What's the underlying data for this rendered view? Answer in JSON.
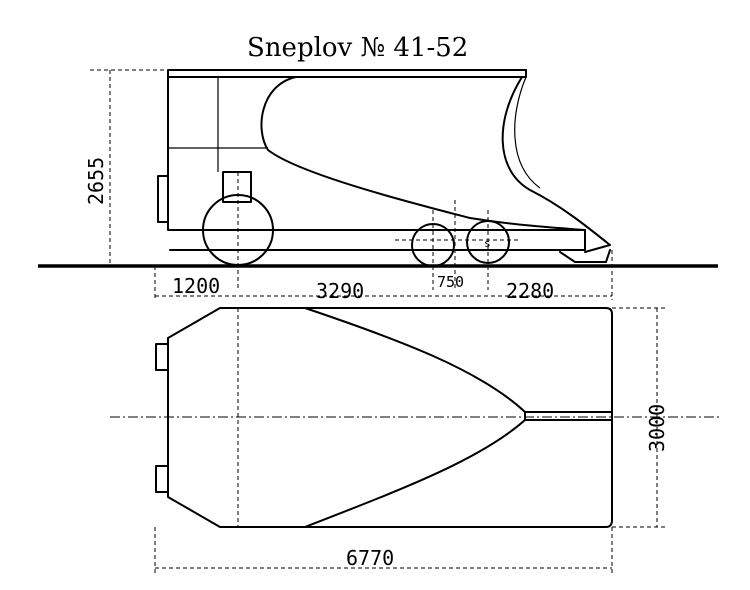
{
  "title": "Sneplov № 41-52",
  "dimensions": {
    "height": "2655",
    "seg_1": "1200",
    "seg_2": "3290",
    "seg_3": "750",
    "seg_4": "2280",
    "width": "3000",
    "total_length": "6770"
  },
  "wheel_marker": "s"
}
